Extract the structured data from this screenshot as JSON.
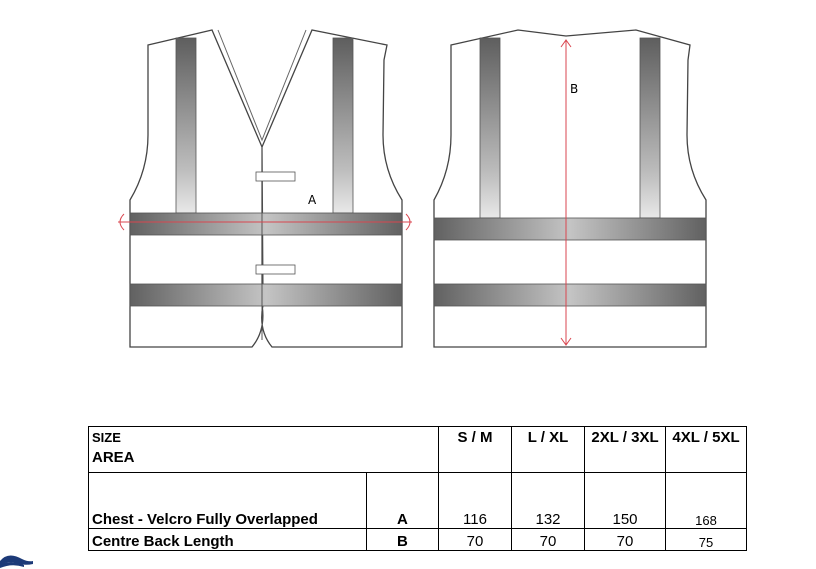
{
  "diagram": {
    "front_label": "A",
    "back_label": "B"
  },
  "table": {
    "size_header": "SIZE",
    "area_header": "AREA",
    "sizes": [
      "S / M",
      "L / XL",
      "2XL / 3XL",
      "4XL / 5XL"
    ],
    "rows": [
      {
        "area": "Chest - Velcro Fully Overlapped",
        "code": "A",
        "values": [
          "116",
          "132",
          "150",
          "168"
        ]
      },
      {
        "area": "Centre Back Length",
        "code": "B",
        "values": [
          "70",
          "70",
          "70",
          "75"
        ]
      }
    ]
  },
  "colors": {
    "stripe": "#6a6a6a",
    "measure_line": "#d9464f",
    "logo": "#1c3a78"
  }
}
